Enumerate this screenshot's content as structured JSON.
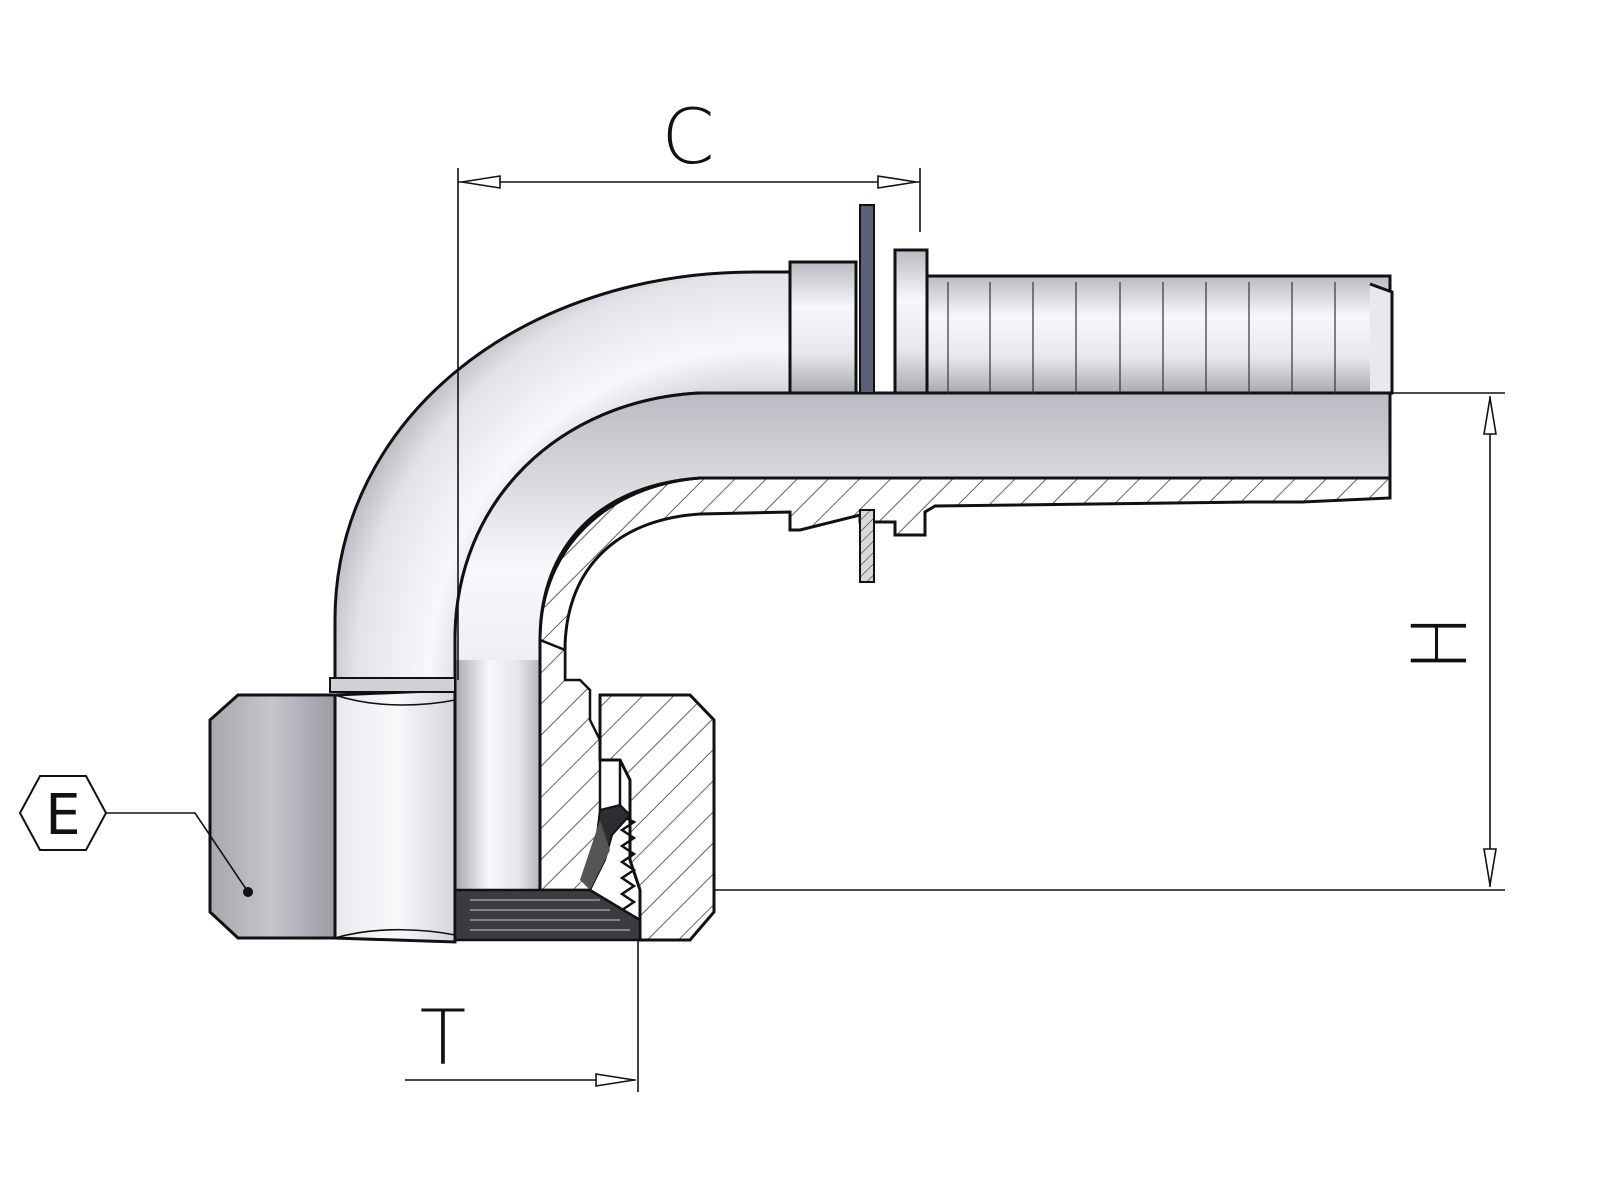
{
  "figure": {
    "dimensions": [
      {
        "id": "C",
        "label": "C"
      },
      {
        "id": "H",
        "label": "H"
      },
      {
        "id": "T",
        "label": "T"
      }
    ],
    "tag": {
      "label": "E",
      "shape": "hexagon"
    },
    "colors": {
      "metal_light": "#f4f5f8",
      "metal_mid": "#d6d8de",
      "metal_dark": "#a9abb3",
      "outline": "#111111",
      "washer": "#5b5f7a"
    }
  }
}
